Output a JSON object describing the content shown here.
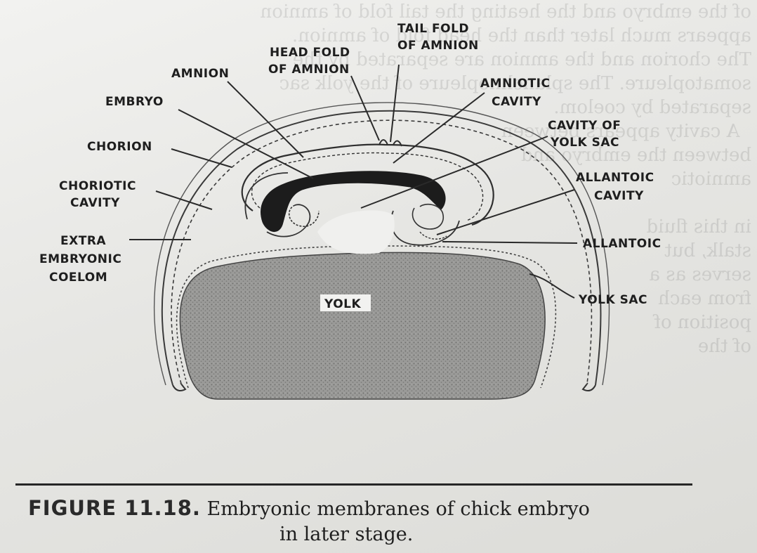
{
  "labels": {
    "tail_fold_line1": "TAIL FOLD",
    "tail_fold_line2": "OF AMNION",
    "head_fold_line1": "HEAD FOLD",
    "head_fold_line2": "OF AMNION",
    "amnion": "AMNION",
    "amniotic_cavity_line1": "AMNIOTIC",
    "amniotic_cavity_line2": "CAVITY",
    "embryo": "EMBRYO",
    "cavity_yolk_sac_line1": "CAVITY OF",
    "cavity_yolk_sac_line2": "YOLK SAC",
    "chorion": "CHORION",
    "allantoic_cavity_line1": "ALLANTOIC",
    "allantoic_cavity_line2": "CAVITY",
    "choriotic_cavity_line1": "CHORIOTIC",
    "choriotic_cavity_line2": "CAVITY",
    "extra_line1": "EXTRA",
    "extra_line2": "EMBRYONIC",
    "extra_line3": "COELOM",
    "allantoic": "ALLANTOIC",
    "yolk": "YOLK",
    "yolk_sac": "YOLK SAC"
  },
  "caption": {
    "figure_number": "FIGURE 11.18.",
    "text_line1": "Embryonic membranes of chick embryo",
    "text_line2": "in later stage."
  },
  "bleed_through_text": "of the embryo and the heating the tail fold of amnion\nappears much later than the head fold of amnion.\nThe chorion and the amnion are separated by the\nsomatopleure. The splanchnopleure of the yolk sac\nseparated by coelom.\n  A cavity appears between\nbetween the embryo and\namniotic\n\nin this fluid\nstalk, but\nserves as a\nfrom each\nposition of\nof the"
}
